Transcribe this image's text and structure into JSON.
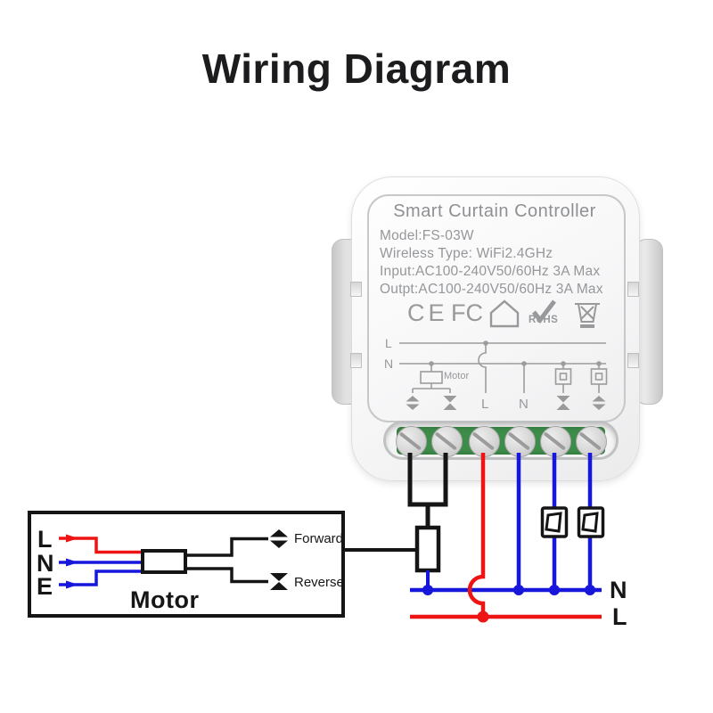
{
  "page": {
    "title": "Wiring Diagram"
  },
  "device": {
    "title": "Smart Curtain Controller",
    "specs": [
      "Model:FS-03W",
      "Wireless Type: WiFi2.4GHz",
      "Input:AC100-240V50/60Hz 3A Max",
      "Outpt:AC100-240V50/60Hz 3A Max"
    ],
    "certs": {
      "ce": "CE",
      "fcc": "FC",
      "rohs": "RoHS",
      "house_icon": "house-outline",
      "weee_icon": "crossed-out-bin"
    },
    "schematic": {
      "live_label": "L",
      "neutral_label": "N",
      "motor_label": "Motor",
      "terminal_symbols": [
        "open",
        "close",
        "L",
        "N",
        "close",
        "open"
      ]
    },
    "terminal_block": {
      "count": 6,
      "block_color": "#3e8c49",
      "wire_colors": [
        "black",
        "black",
        "red",
        "blue",
        "blue",
        "blue"
      ]
    }
  },
  "motor_box": {
    "inputs": {
      "live": "L",
      "neutral": "N",
      "earth": "E"
    },
    "label": "Motor",
    "outputs": [
      {
        "symbol": "open-diamond",
        "label": "Forward"
      },
      {
        "symbol": "close-hourglass",
        "label": "Reverse"
      }
    ]
  },
  "bus": {
    "neutral_label": "N",
    "live_label": "L",
    "neutral_color": "#1717dc",
    "live_color": "#ee1414"
  },
  "colors": {
    "wire_black": "#151515",
    "schematic_line": "#9c9c9c",
    "device_text": "#95979a"
  }
}
